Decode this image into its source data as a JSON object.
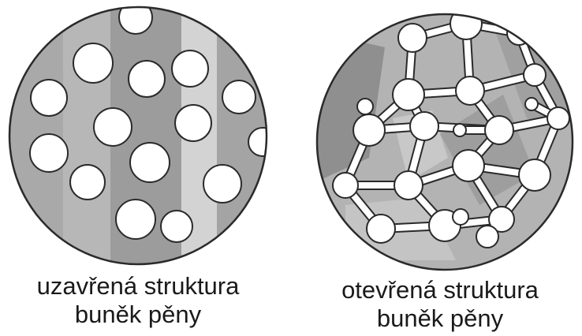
{
  "figures": [
    {
      "caption_line1": "uzavřená struktura",
      "caption_line2": "buněk pěny"
    },
    {
      "caption_line1": "otevřená struktura",
      "caption_line2": "buněk pěny"
    }
  ],
  "colors": {
    "background": "#ffffff",
    "outline": "#2a2a2a",
    "gray_light": "#c9c9c9",
    "gray_mid": "#a9a9a9",
    "gray_dark": "#8f8f8f",
    "cell_fill": "#ffffff"
  }
}
